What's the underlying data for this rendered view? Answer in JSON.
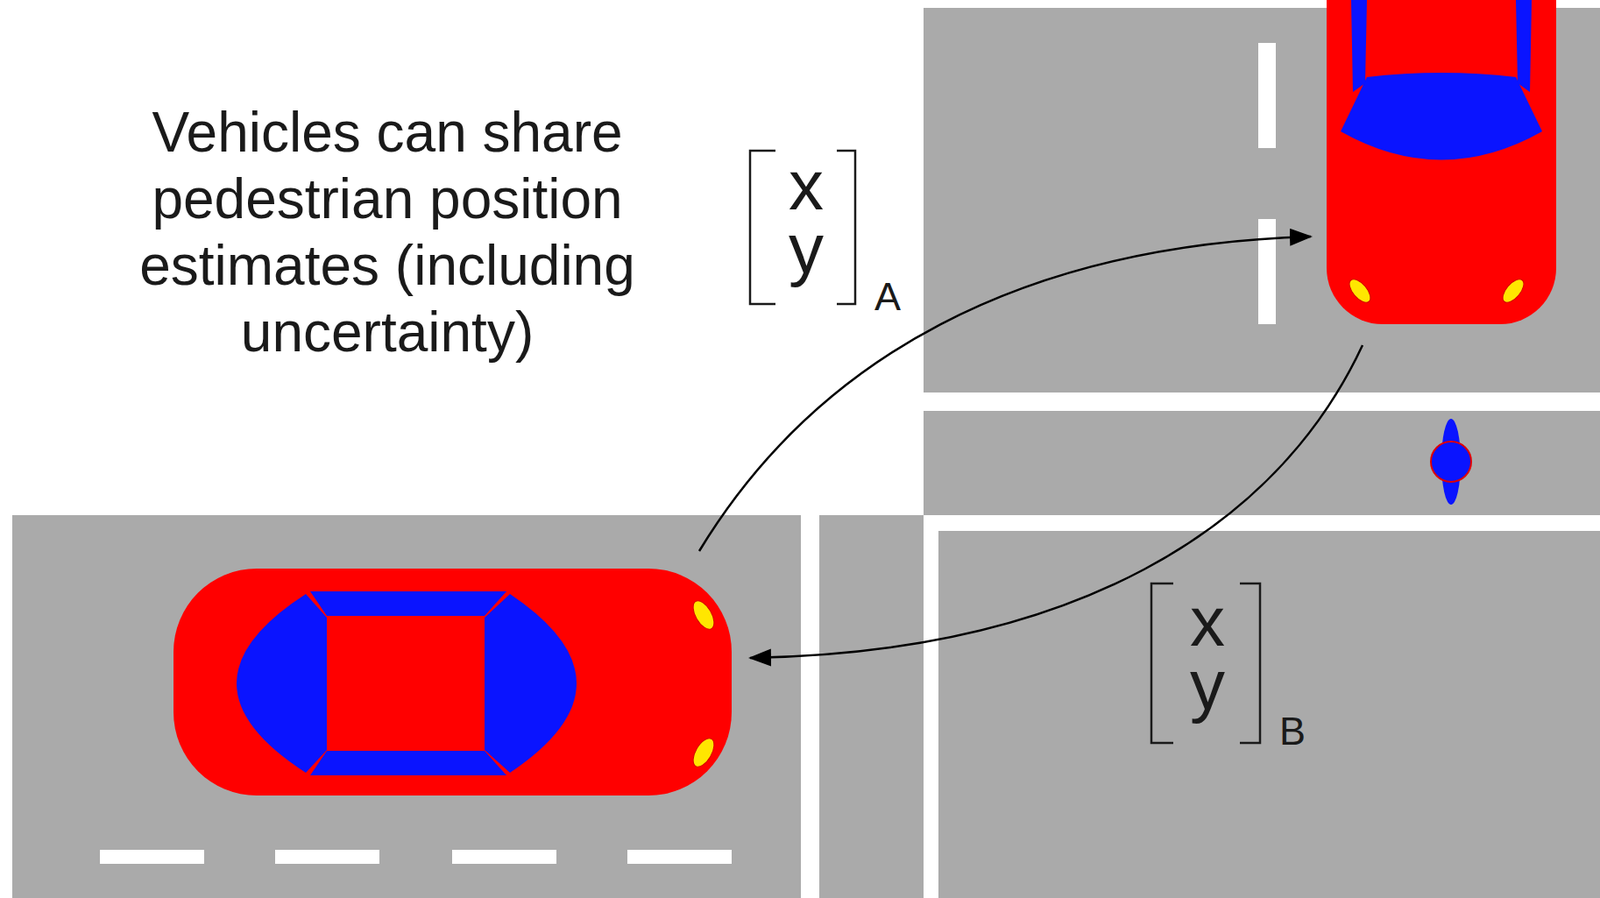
{
  "diagram": {
    "labels": [
      "Vehicles can share pedestrian position estimates (including uncertainty)",
      "x",
      "y",
      "A",
      "x",
      "y",
      "B"
    ]
  }
}
